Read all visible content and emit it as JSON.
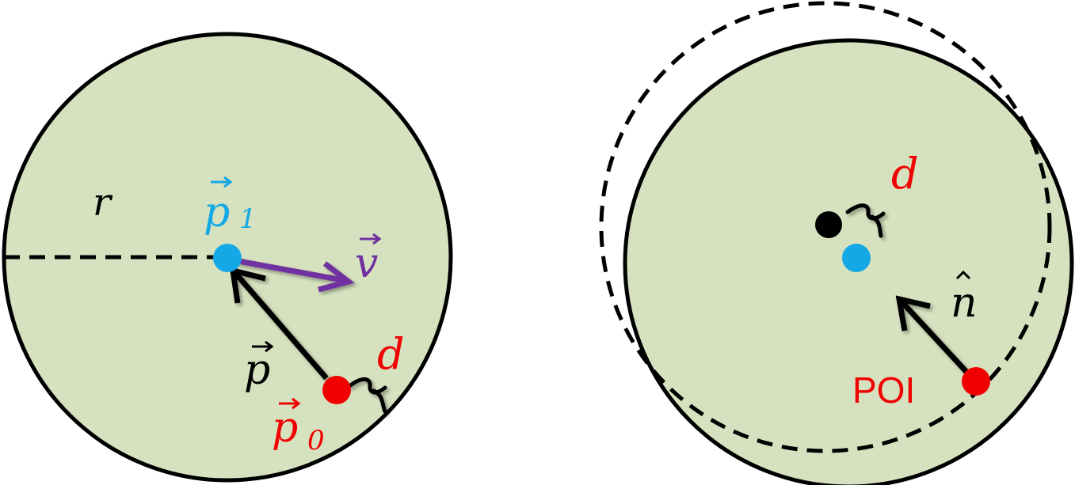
{
  "colors": {
    "disk_fill": "#d6e2bf",
    "outline": "#000000",
    "p1_point": "#15a8e6",
    "p0_point": "#f00000",
    "velocity_arrow": "#7030a0",
    "label_red": "#f00000",
    "label_blue": "#15a8e6",
    "label_purple": "#7030a0",
    "label_black": "#000000",
    "new_center_point": "#000000"
  },
  "left_panel": {
    "radius_label": "r",
    "p1_label": "p",
    "p1_subscript": "1",
    "v_label": "v",
    "p_label": "p",
    "p0_label": "p",
    "p0_subscript": "0",
    "d_label": "d"
  },
  "right_panel": {
    "d_label": "d",
    "n_label": "n",
    "poi_label": "POI"
  }
}
